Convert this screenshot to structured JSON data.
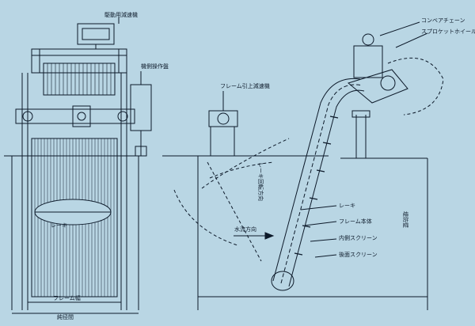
{
  "labels": {
    "drive_reducer": "駆動用減速機",
    "side_control_panel": "機側操作盤",
    "frame_lift_reducer": "フレーム引上減速機",
    "conveyor_chain": "コンベアチェーン",
    "sprocket_wheel": "スプロケットホイール",
    "rake_front": "レーキ",
    "rake": "レーキ",
    "frame_body": "フレーム本体",
    "inner_screen": "内側スクリーン",
    "rear_screen": "後面スクリーン",
    "water_flow": "水流方向",
    "rake_rotation": "レーキ回転方向",
    "embankment": "堤防壁",
    "frame_width": "フレーム幅",
    "channel_width": "純径間"
  },
  "colors": {
    "background": "#b9d6e4",
    "line": "#0d1a2a"
  }
}
